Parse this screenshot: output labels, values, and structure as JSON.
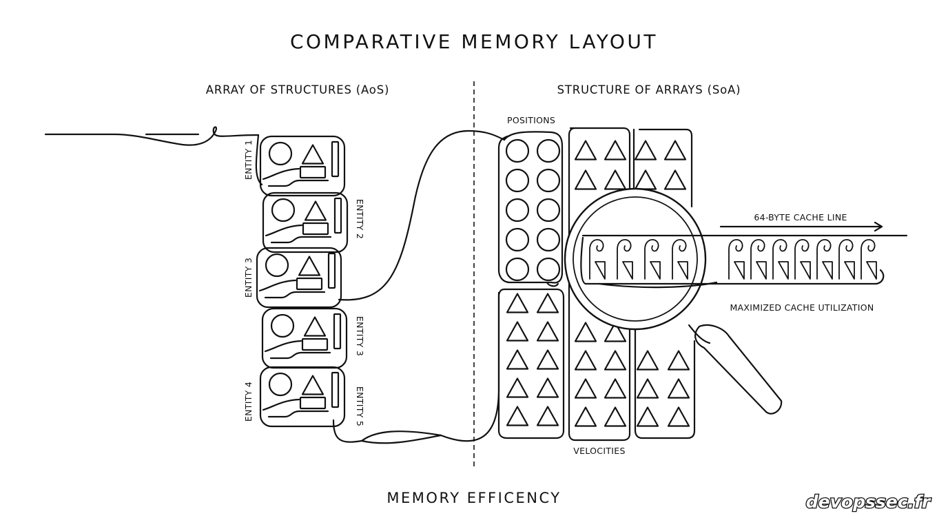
{
  "title": "COMPARATIVE MEMORY LAYOUT",
  "aos": {
    "heading": "ARRAY OF STRUCTURES (AoS)",
    "entity_labels": [
      "ENTITY 1",
      "ENTITY 2",
      "ENTITY 3",
      "ENTITY 3",
      "ENTITY 4",
      "ENTITY 5"
    ]
  },
  "soa": {
    "heading": "STRUCTURE OF ARRAYS (SoA)",
    "positions_label": "POSITIONS",
    "velocities_label": "VELOCITIES",
    "cache_line_label": "64-BYTE CACHE LINE",
    "cache_util_label": "MAXIMIZED CACHE UTILIZATION"
  },
  "footer": "MEMORY EFFICENCY",
  "brand": "devopssec.fr",
  "icons": {
    "circle": "circle-icon",
    "triangle": "triangle-icon",
    "magnifier": "magnifying-glass-icon",
    "arrow": "arrow-right-icon"
  }
}
